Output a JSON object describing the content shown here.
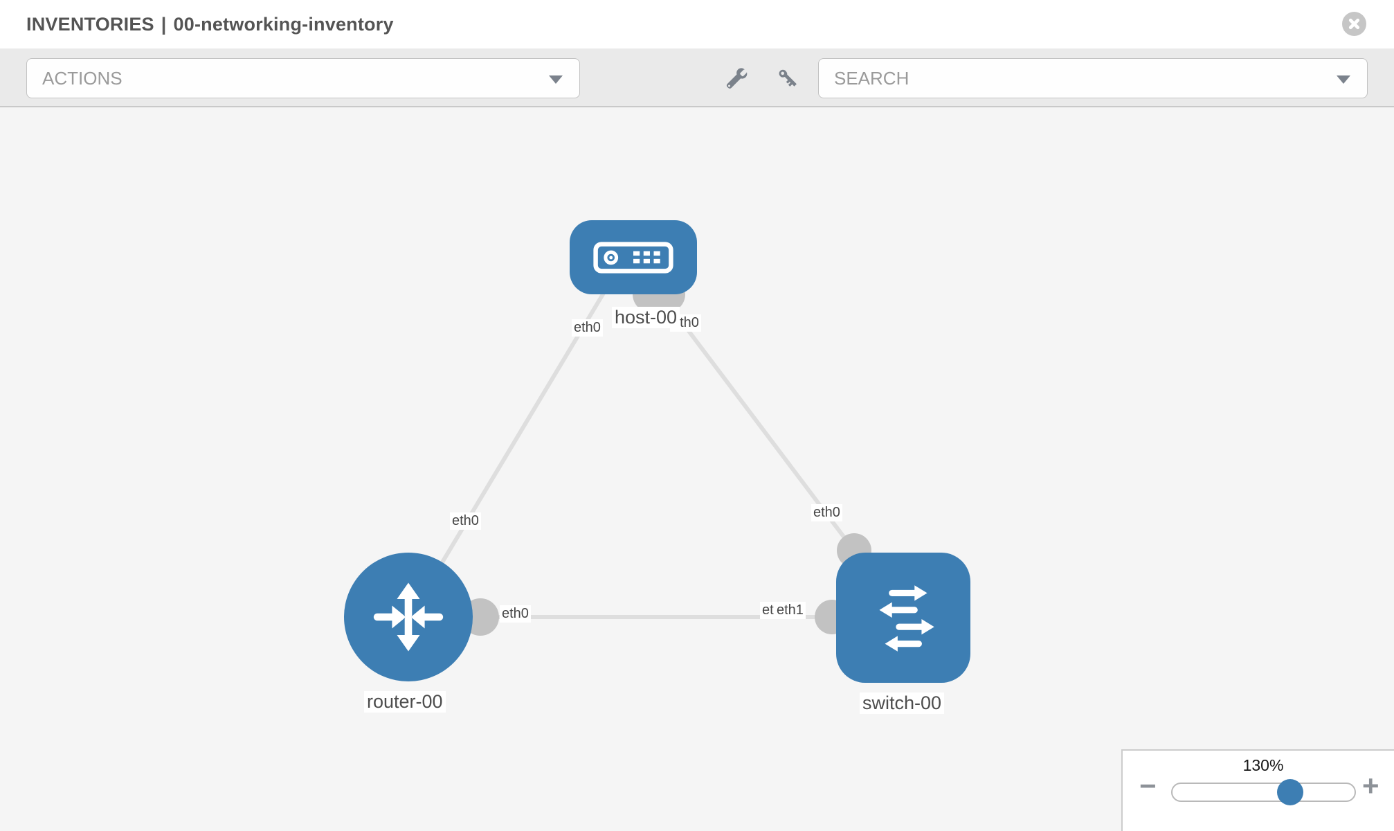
{
  "header": {
    "section": "INVENTORIES",
    "separator": "|",
    "inventory_name": "00-networking-inventory"
  },
  "toolbar": {
    "actions_label": "ACTIONS",
    "search_placeholder": "SEARCH"
  },
  "topology": {
    "nodes": [
      {
        "label": "host-00",
        "type": "host"
      },
      {
        "label": "router-00",
        "type": "router"
      },
      {
        "label": "switch-00",
        "type": "switch"
      }
    ],
    "links": [
      {
        "from": "host-00",
        "to": "router-00",
        "from_if": "eth0",
        "to_if": "eth0"
      },
      {
        "from": "host-00",
        "to": "switch-00",
        "from_if": "eth0",
        "to_if": "eth0"
      },
      {
        "from": "router-00",
        "to": "switch-00",
        "from_if": "eth0",
        "to_if": "eth1"
      }
    ],
    "iface_labels": {
      "host_left": "eth0",
      "host_right": "eth0",
      "host_router_mid": "eth0",
      "switch_top": "eth0",
      "router_right": "eth0",
      "switch_left_back": "eth0",
      "switch_left_front": "eth1"
    }
  },
  "zoom_control": {
    "value": "130%",
    "minus_label": "−",
    "plus_label": "+"
  },
  "colors": {
    "node_blue": "#3d7eb3",
    "link_gray": "#dedede",
    "connector_gray": "#c2c2c2",
    "canvas_bg": "#f5f5f5",
    "toolbar_bg": "#eaeaea"
  }
}
